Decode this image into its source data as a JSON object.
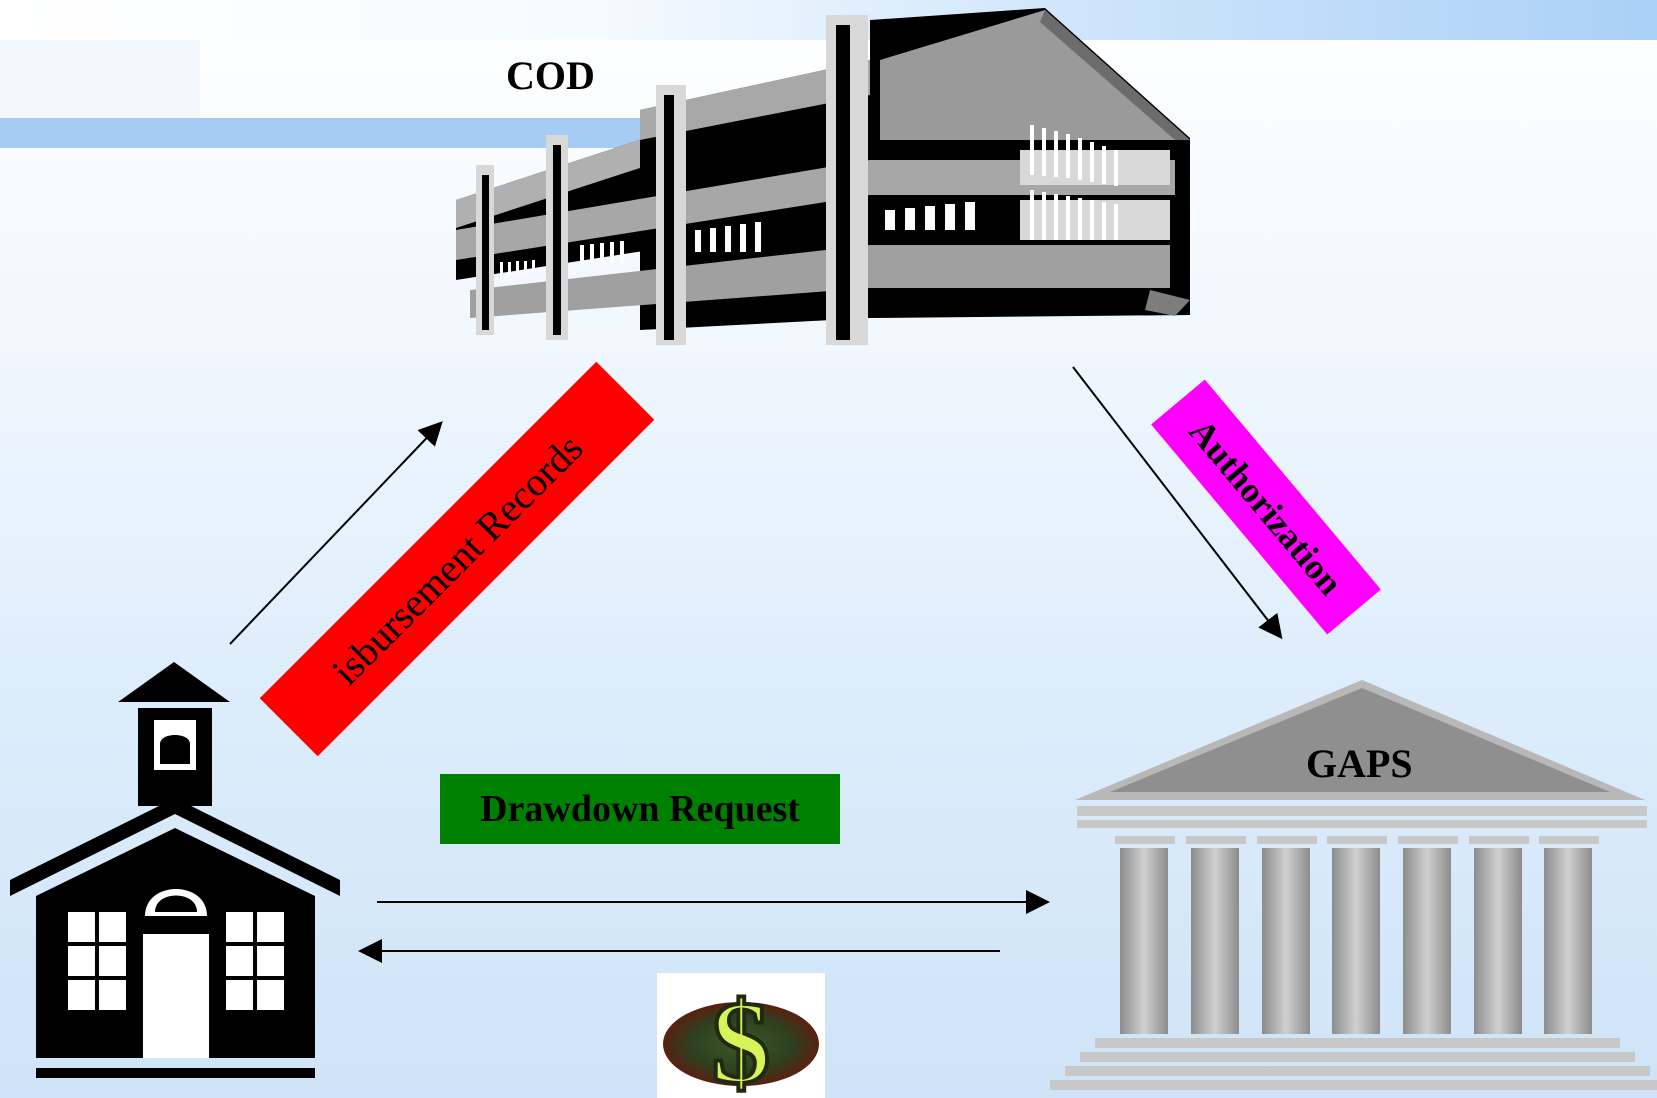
{
  "labels": {
    "cod": "COD",
    "gaps": "GAPS",
    "drawdown": "Drawdown Request",
    "disbursement": "isbursement Records",
    "authorization": "Authorization"
  },
  "colors": {
    "disbursement_box": "#ff0000",
    "authorization_box": "#ff00ff",
    "drawdown_box": "#008000",
    "arrows": "#000000"
  },
  "icons": {
    "cod": "office-building-icon",
    "gaps": "bank-columns-icon",
    "school": "schoolhouse-icon",
    "money": "dollar-icon"
  }
}
